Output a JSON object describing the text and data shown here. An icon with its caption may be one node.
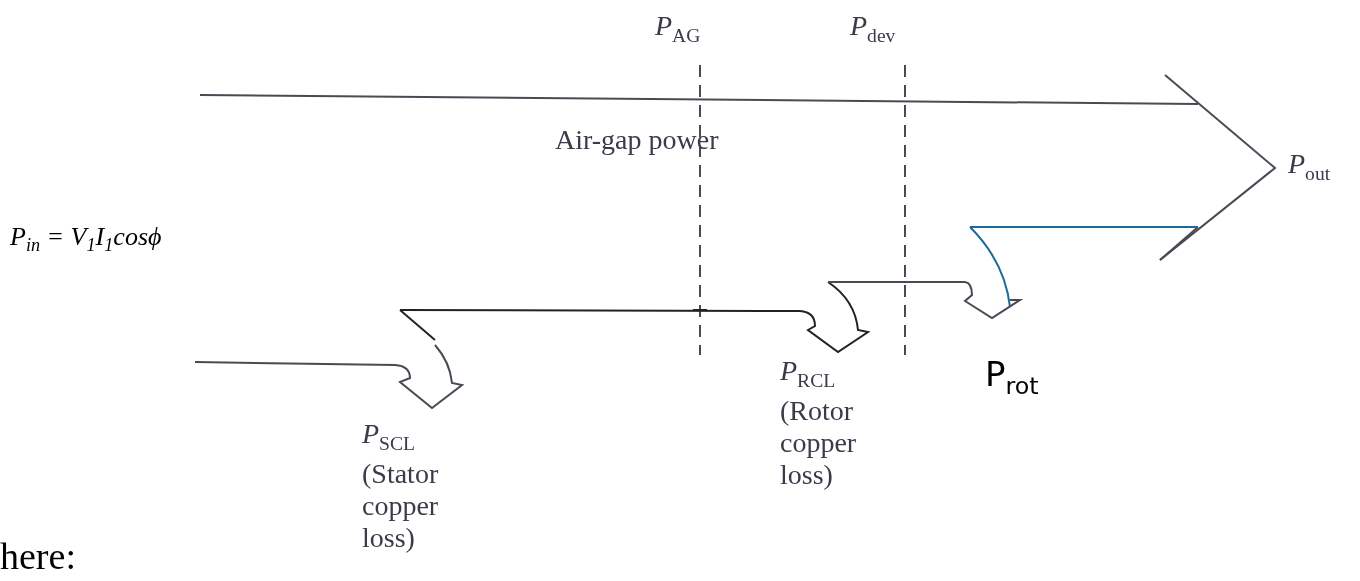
{
  "diagram": {
    "labels": [
      "*P*$_{AG}$",
      "*P*$_{dev}$",
      "Air-gap power",
      "P$_{in}$ = V$_{1}$I$_{1}$cosϕ",
      "*P*$_{out}$",
      "P$_{rot}$",
      "*P*$_{SCL}$",
      "(Stator copper loss)",
      "*P*$_{RCL}$",
      "(Rotor copper loss)",
      "here:"
    ]
  }
}
